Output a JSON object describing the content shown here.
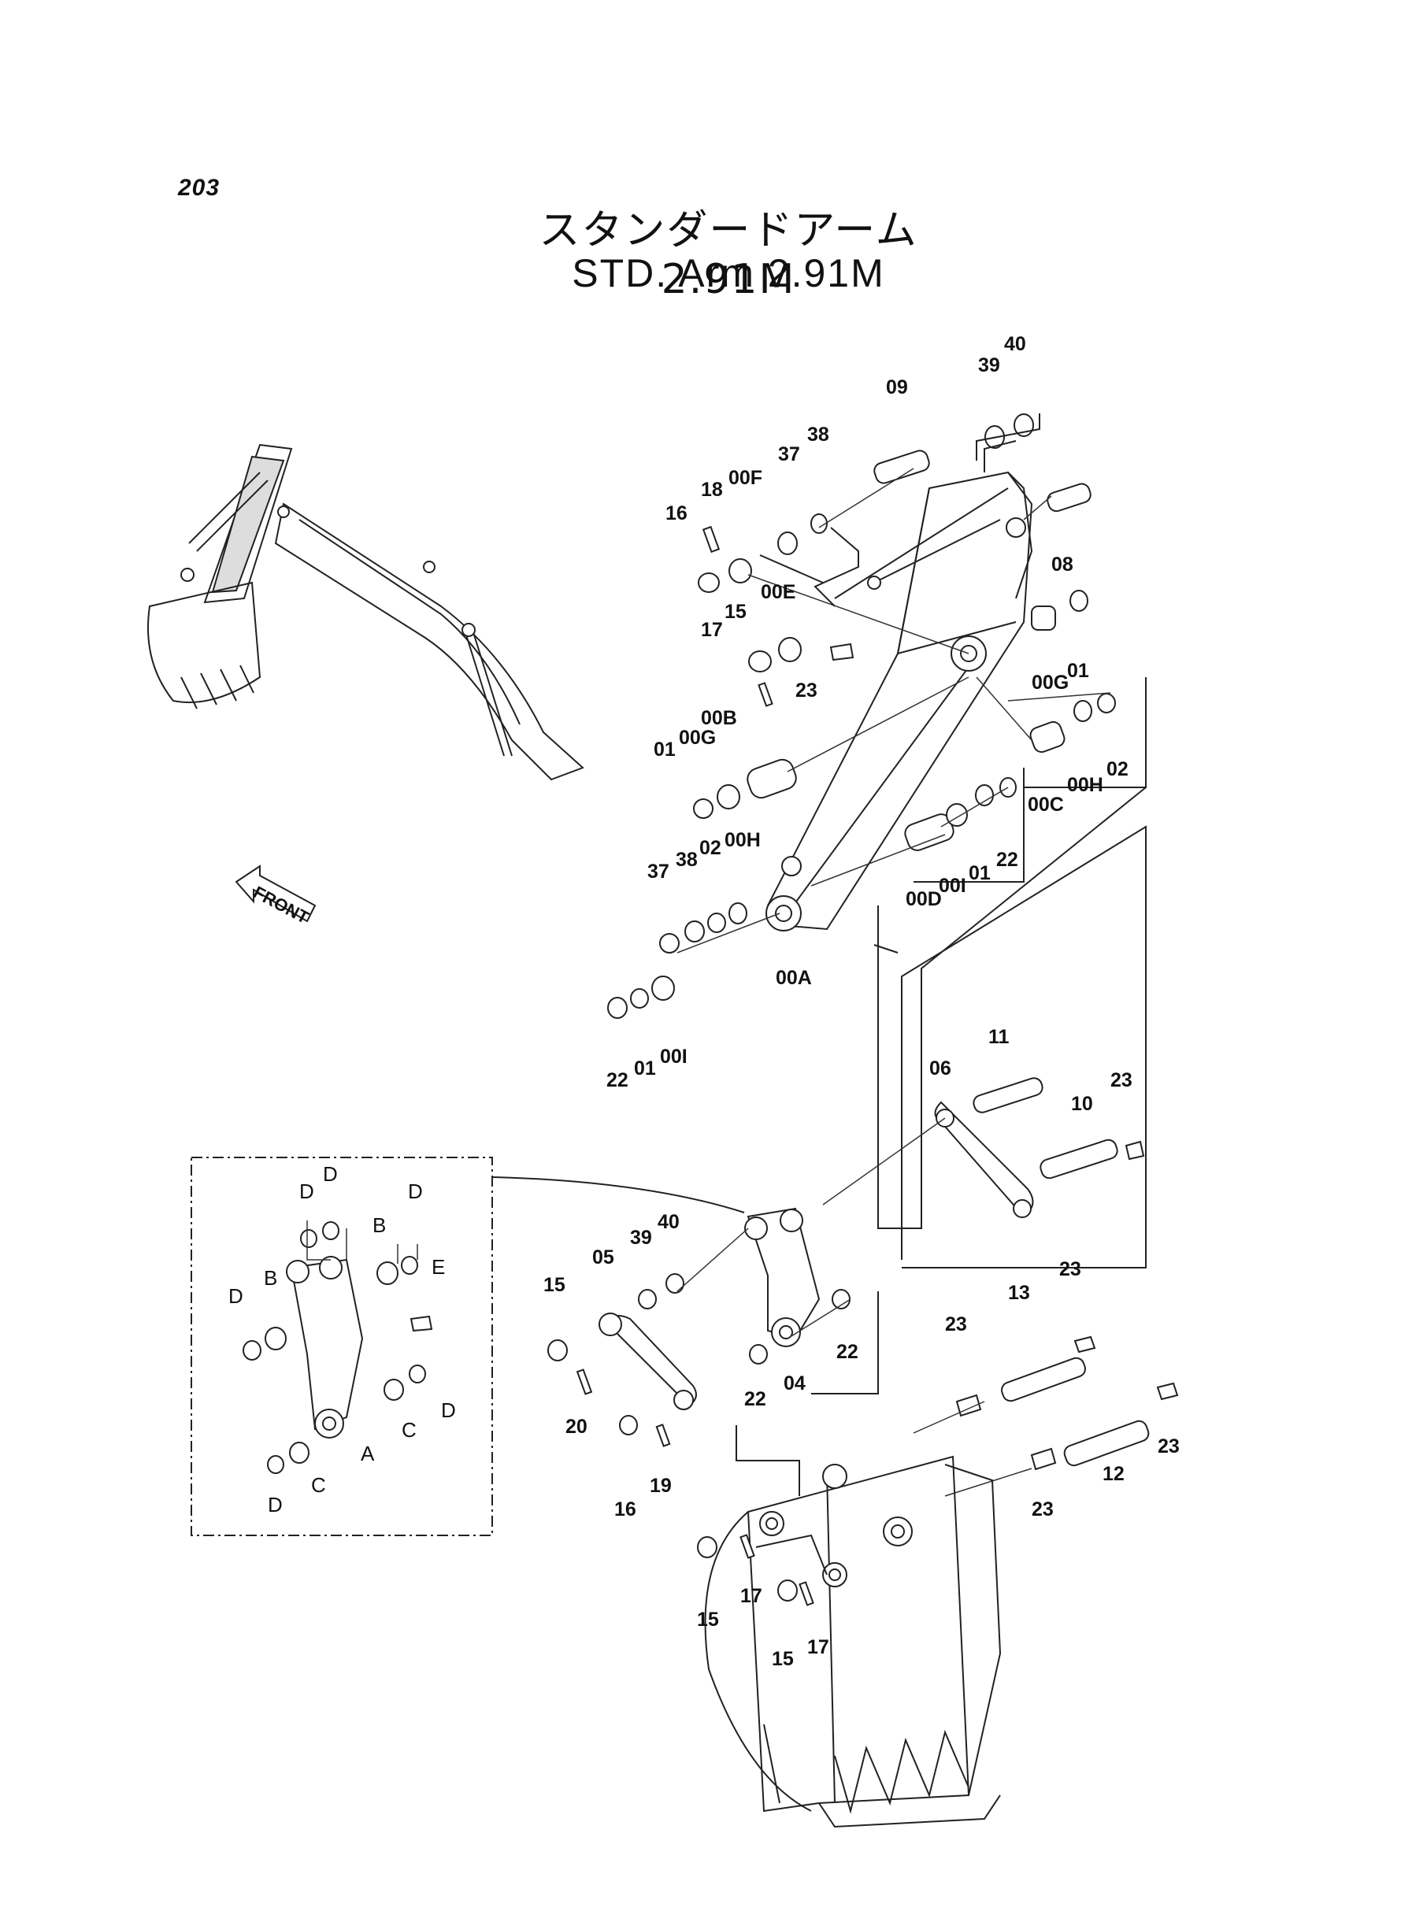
{
  "page_number": "203",
  "title_jp": "スタンダードアーム 2.91M",
  "title_en": "STD. Arm 2.91M",
  "front_label": "FRONT",
  "callouts": [
    {
      "id": "c-09",
      "text": "09"
    },
    {
      "id": "c-39a",
      "text": "39"
    },
    {
      "id": "c-40a",
      "text": "40"
    },
    {
      "id": "c-37a",
      "text": "37"
    },
    {
      "id": "c-38a",
      "text": "38"
    },
    {
      "id": "c-18",
      "text": "18"
    },
    {
      "id": "c-00F",
      "text": "00F"
    },
    {
      "id": "c-16a",
      "text": "16"
    },
    {
      "id": "c-08",
      "text": "08"
    },
    {
      "id": "c-00E",
      "text": "00E"
    },
    {
      "id": "c-15a",
      "text": "15"
    },
    {
      "id": "c-17a",
      "text": "17"
    },
    {
      "id": "c-23a",
      "text": "23"
    },
    {
      "id": "c-00Ga",
      "text": "00G"
    },
    {
      "id": "c-01a",
      "text": "01"
    },
    {
      "id": "c-00B",
      "text": "00B"
    },
    {
      "id": "c-01b",
      "text": "01"
    },
    {
      "id": "c-00Gb",
      "text": "00G"
    },
    {
      "id": "c-02a",
      "text": "02"
    },
    {
      "id": "c-00H",
      "text": "00H"
    },
    {
      "id": "c-00C",
      "text": "00C"
    },
    {
      "id": "c-22a",
      "text": "22"
    },
    {
      "id": "c-01c",
      "text": "01"
    },
    {
      "id": "c-00Ia",
      "text": "00I"
    },
    {
      "id": "c-00D",
      "text": "00D"
    },
    {
      "id": "c-00Hb",
      "text": "00H"
    },
    {
      "id": "c-02b",
      "text": "02"
    },
    {
      "id": "c-38b",
      "text": "38"
    },
    {
      "id": "c-37b",
      "text": "37"
    },
    {
      "id": "c-00A",
      "text": "00A"
    },
    {
      "id": "c-22b",
      "text": "22"
    },
    {
      "id": "c-01d",
      "text": "01"
    },
    {
      "id": "c-00Ib",
      "text": "00I"
    },
    {
      "id": "c-11",
      "text": "11"
    },
    {
      "id": "c-06",
      "text": "06"
    },
    {
      "id": "c-10",
      "text": "10"
    },
    {
      "id": "c-23b",
      "text": "23"
    },
    {
      "id": "c-40b",
      "text": "40"
    },
    {
      "id": "c-39b",
      "text": "39"
    },
    {
      "id": "c-05",
      "text": "05"
    },
    {
      "id": "c-15b",
      "text": "15"
    },
    {
      "id": "c-20",
      "text": "20"
    },
    {
      "id": "c-16b",
      "text": "16"
    },
    {
      "id": "c-19",
      "text": "19"
    },
    {
      "id": "c-22c",
      "text": "22"
    },
    {
      "id": "c-04",
      "text": "04"
    },
    {
      "id": "c-22d",
      "text": "22"
    },
    {
      "id": "c-23c",
      "text": "23"
    },
    {
      "id": "c-13",
      "text": "13"
    },
    {
      "id": "c-23d",
      "text": "23"
    },
    {
      "id": "c-23e",
      "text": "23"
    },
    {
      "id": "c-12",
      "text": "12"
    },
    {
      "id": "c-23f",
      "text": "23"
    },
    {
      "id": "c-15c",
      "text": "15"
    },
    {
      "id": "c-17b",
      "text": "17"
    },
    {
      "id": "c-15d",
      "text": "15"
    },
    {
      "id": "c-17c",
      "text": "17"
    }
  ],
  "inset_letters": [
    {
      "id": "i-D1",
      "text": "D"
    },
    {
      "id": "i-D2",
      "text": "D"
    },
    {
      "id": "i-D3",
      "text": "D"
    },
    {
      "id": "i-B1",
      "text": "B"
    },
    {
      "id": "i-B2",
      "text": "B"
    },
    {
      "id": "i-E",
      "text": "E"
    },
    {
      "id": "i-D4",
      "text": "D"
    },
    {
      "id": "i-C1",
      "text": "C"
    },
    {
      "id": "i-D5",
      "text": "D"
    },
    {
      "id": "i-A",
      "text": "A"
    },
    {
      "id": "i-C2",
      "text": "C"
    },
    {
      "id": "i-D6",
      "text": "D"
    }
  ]
}
